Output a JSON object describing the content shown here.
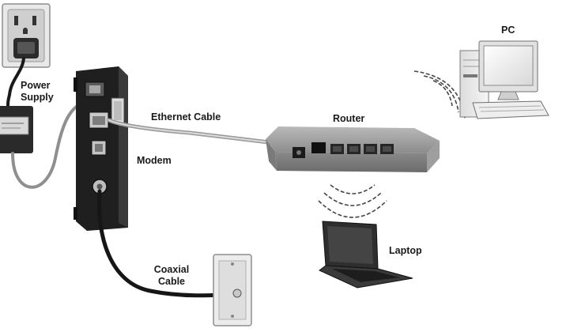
{
  "labels": {
    "power_supply": "Power Supply",
    "ethernet_cable": "Ethernet Cable",
    "router": "Router",
    "pc": "PC",
    "modem": "Modem",
    "laptop": "Laptop",
    "coaxial_cable": "Coaxial Cable"
  },
  "icons": {
    "outlet": "wall-outlet-icon",
    "power_adapter": "power-adapter-icon",
    "modem": "cable-modem-icon",
    "router": "router-icon",
    "pc": "desktop-pc-icon",
    "laptop": "laptop-icon",
    "coax_plate": "coaxial-wall-plate-icon",
    "wifi": "wifi-waves-icon"
  },
  "colors": {
    "device_dark": "#222222",
    "router_gray": "#8e8e8e",
    "cable_black": "#1a1a1a",
    "cable_gray": "#9a9a9a"
  }
}
